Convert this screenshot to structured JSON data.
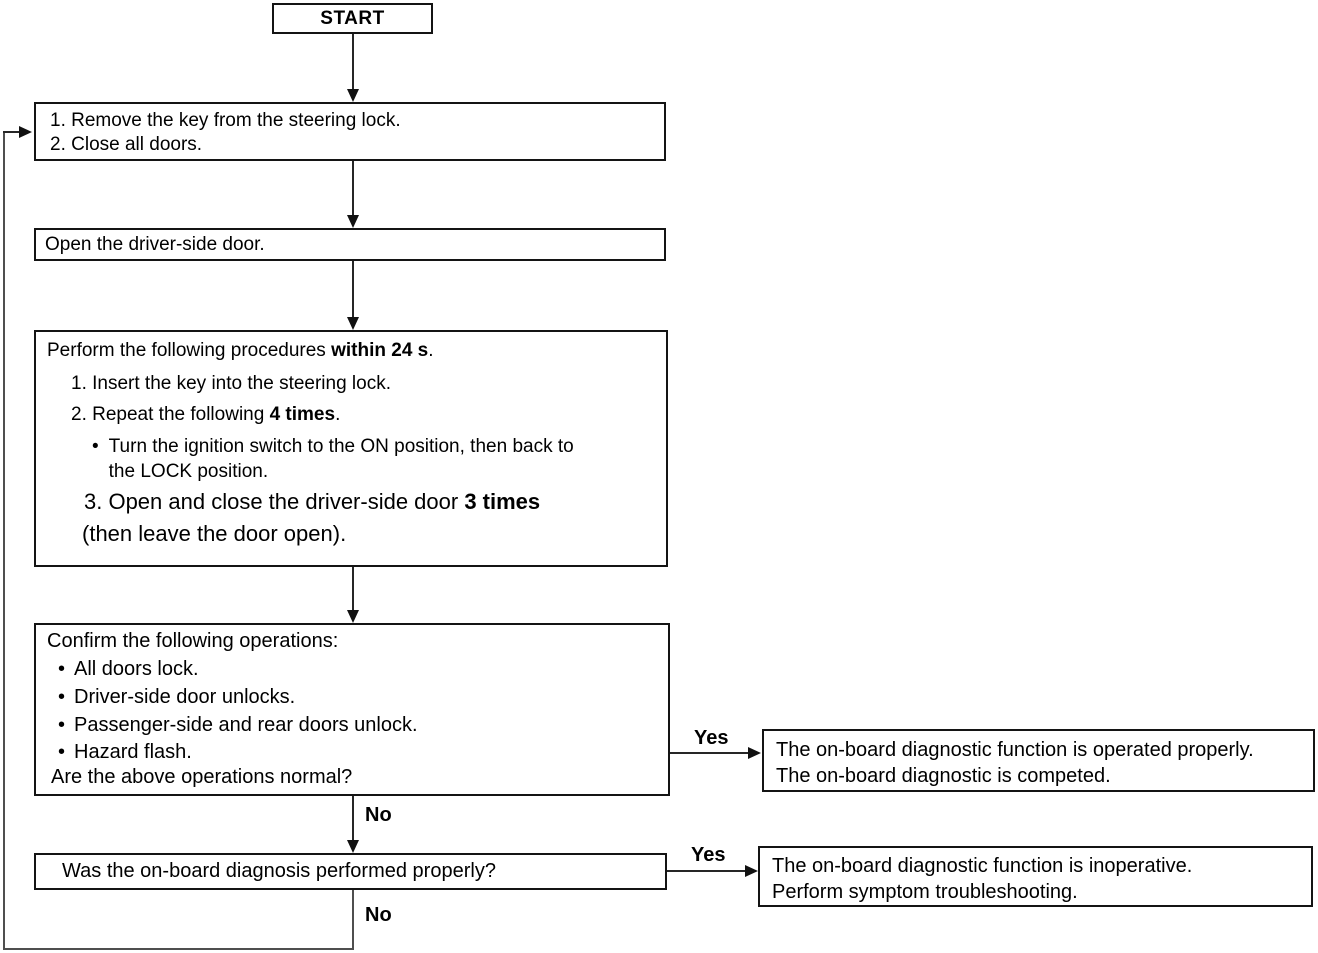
{
  "labels": {
    "start": "START",
    "yes": "Yes",
    "no": "No",
    "bullet": "•"
  },
  "flow": {
    "step1": {
      "line1": "1. Remove the key from the steering lock.",
      "line2": "2. Close all doors."
    },
    "step2": {
      "line1": "Open the driver-side door."
    },
    "step3": {
      "title": {
        "pre": "Perform the following procedures ",
        "bold": "within 24 s",
        "post": "."
      },
      "item1": "1. Insert the key into the steering lock.",
      "item2": {
        "pre": "2. Repeat the following ",
        "bold": "4 times",
        "post": "."
      },
      "bullet_line1": "Turn the ignition switch to the ON position, then back to",
      "bullet_line2": "the LOCK position.",
      "item3": {
        "pre": "3. Open and close the driver-side door ",
        "bold": "3 times",
        "post": ""
      },
      "item3_line2": "(then leave the door open)."
    },
    "confirm": {
      "title": "Confirm the following operations:",
      "bullet1": "All doors lock.",
      "bullet2": "Driver-side door unlocks.",
      "bullet3": "Passenger-side and rear doors unlock.",
      "bullet4": "Hazard flash.",
      "question": "Are the above operations normal?"
    },
    "question2": {
      "line1": "Was the on-board diagnosis performed properly?"
    },
    "result_ok": {
      "line1": "The on-board diagnostic function is operated properly.",
      "line2": "The on-board diagnostic is competed."
    },
    "result_fail": {
      "line1": "The on-board diagnostic function is inoperative.",
      "line2": "Perform symptom troubleshooting."
    }
  }
}
